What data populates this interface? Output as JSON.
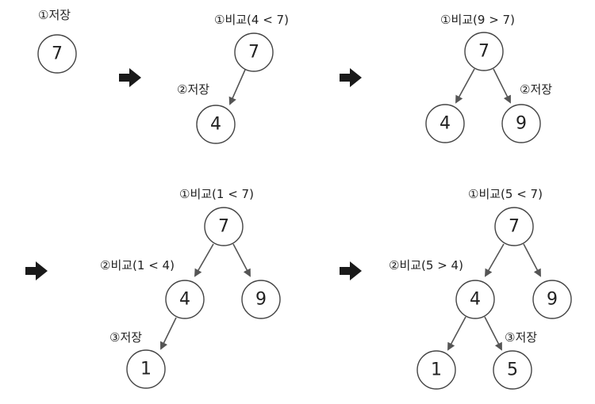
{
  "panels": [
    {
      "nodes": [
        {
          "value": "7"
        }
      ],
      "labels": [
        {
          "text": "①저장"
        }
      ]
    },
    {
      "nodes": [
        {
          "value": "7"
        },
        {
          "value": "4"
        }
      ],
      "labels": [
        {
          "text": "①비교(4 < 7)"
        },
        {
          "text": "②저장"
        }
      ]
    },
    {
      "nodes": [
        {
          "value": "7"
        },
        {
          "value": "4"
        },
        {
          "value": "9"
        }
      ],
      "labels": [
        {
          "text": "①비교(9 > 7)"
        },
        {
          "text": "②저장"
        }
      ]
    },
    {
      "nodes": [
        {
          "value": "7"
        },
        {
          "value": "4"
        },
        {
          "value": "9"
        },
        {
          "value": "1"
        }
      ],
      "labels": [
        {
          "text": "①비교(1 < 7)"
        },
        {
          "text": "②비교(1 < 4)"
        },
        {
          "text": "③저장"
        }
      ]
    },
    {
      "nodes": [
        {
          "value": "7"
        },
        {
          "value": "4"
        },
        {
          "value": "9"
        },
        {
          "value": "1"
        },
        {
          "value": "5"
        }
      ],
      "labels": [
        {
          "text": "①비교(5 < 7)"
        },
        {
          "text": "②비교(5 > 4)"
        },
        {
          "text": "③저장"
        }
      ]
    }
  ]
}
